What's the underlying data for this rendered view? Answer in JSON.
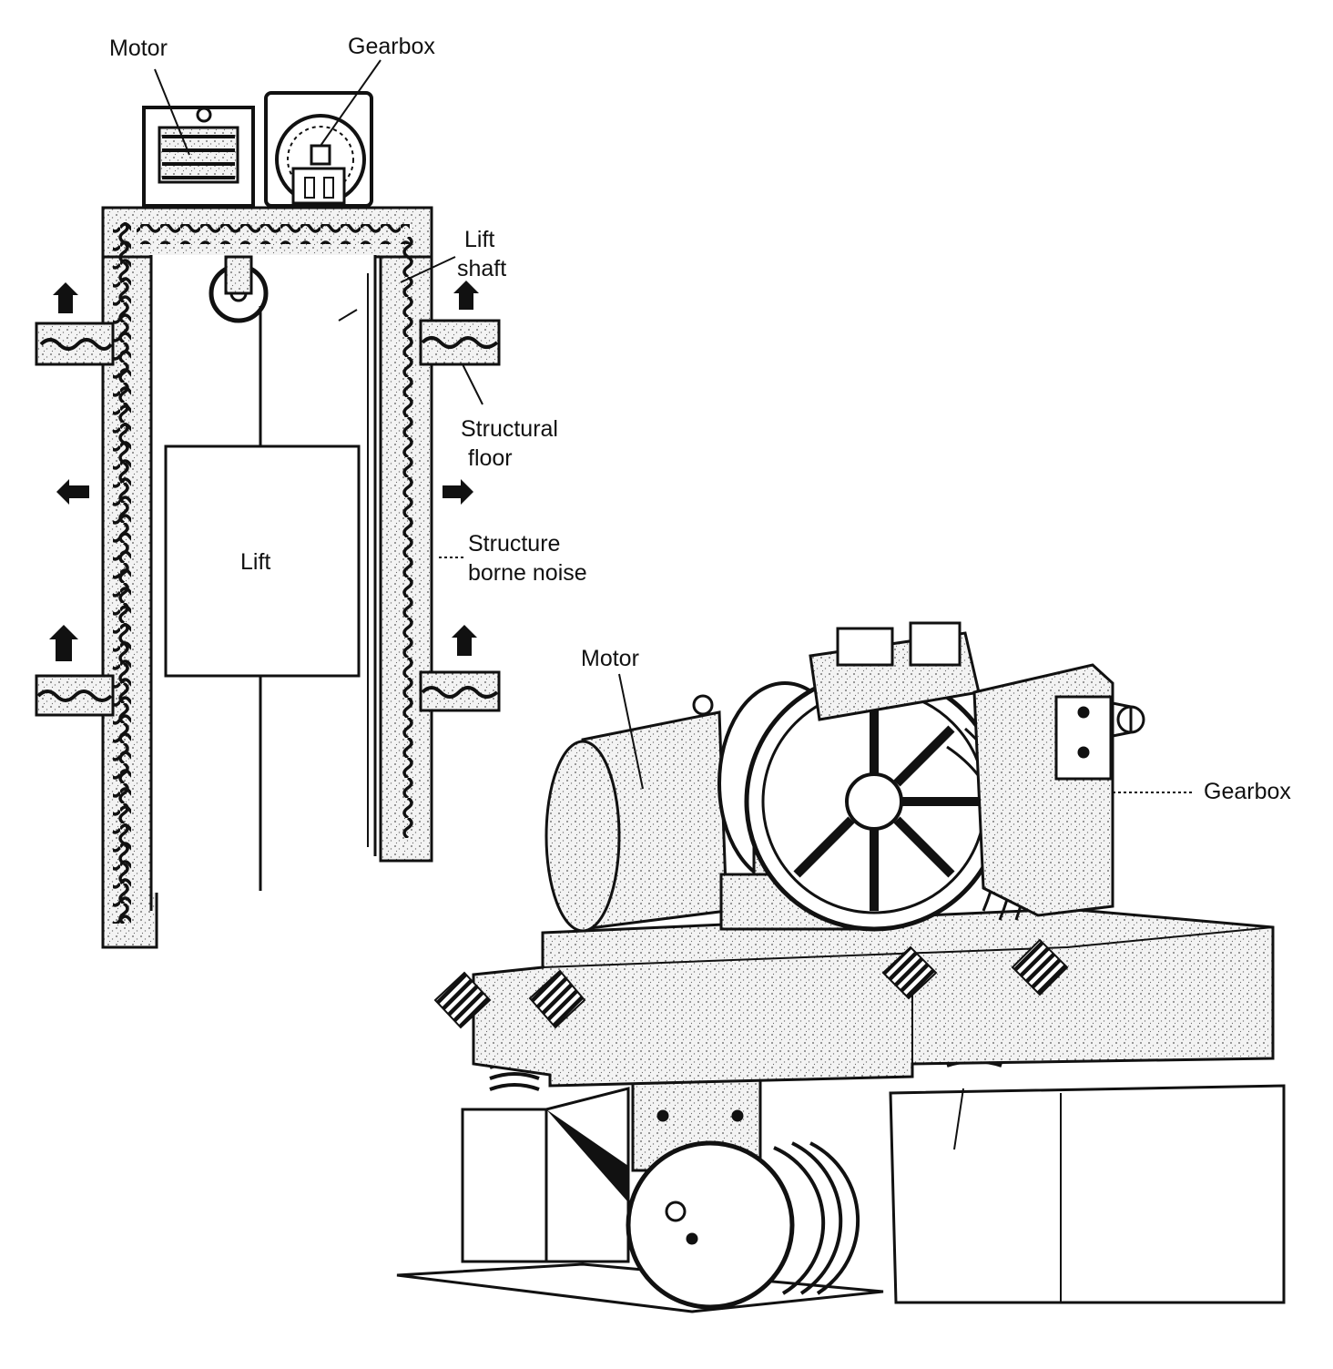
{
  "colors": {
    "ink": "#111111",
    "paper": "#ffffff",
    "fill": "#f4f4f4"
  },
  "lift_diagram": {
    "motor_label": "Motor",
    "gearbox_label": "Gearbox",
    "shaft_label_line1": "Lift",
    "shaft_label_line2": "shaft",
    "floor_label_line1": "Structural",
    "floor_label_line2": "floor",
    "noise_label_line1": "Structure",
    "noise_label_line2": "borne noise",
    "car_label": "Lift",
    "icons": [
      "arrow-up-icon",
      "arrow-left-icon",
      "arrow-right-icon"
    ]
  },
  "machine_diagram": {
    "motor_label": "Motor",
    "gearbox_label": "Gearbox"
  }
}
